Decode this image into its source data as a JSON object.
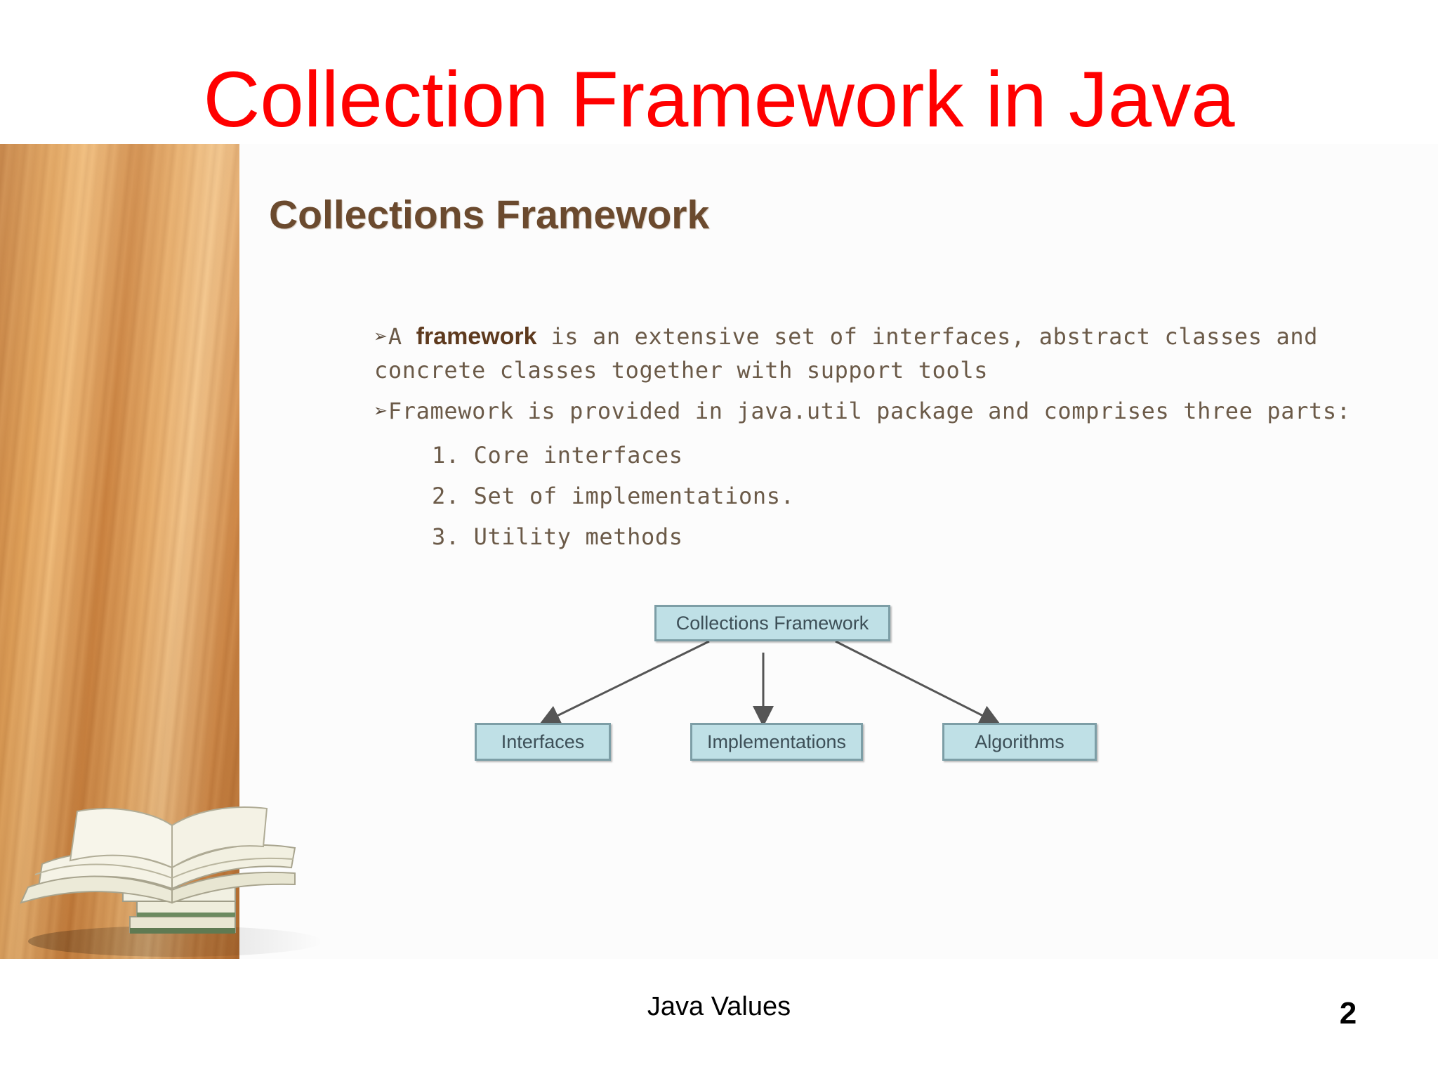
{
  "slide": {
    "title": "Collection Framework in Java",
    "footer": "Java Values",
    "page_number": "2"
  },
  "content": {
    "heading": "Collections Framework",
    "bullets": [
      {
        "arrow": "➢",
        "prefix": "A ",
        "bold": "framework",
        "rest": " is an extensive set of interfaces, abstract classes and concrete classes together with support tools"
      },
      {
        "arrow": "➢",
        "text": "Framework is provided in java.util package and comprises three parts:"
      }
    ],
    "list": [
      "1. Core interfaces",
      "2. Set of implementations.",
      "3. Utility methods"
    ]
  },
  "diagram": {
    "root": "Collections Framework",
    "children": [
      "Interfaces",
      "Implementations",
      "Algorithms"
    ],
    "colors": {
      "box_fill": "#bfe0e6",
      "box_border": "#7d9ea6",
      "line": "#555555"
    }
  },
  "colors": {
    "title": "#ff0000",
    "heading": "#6b4a2e"
  }
}
